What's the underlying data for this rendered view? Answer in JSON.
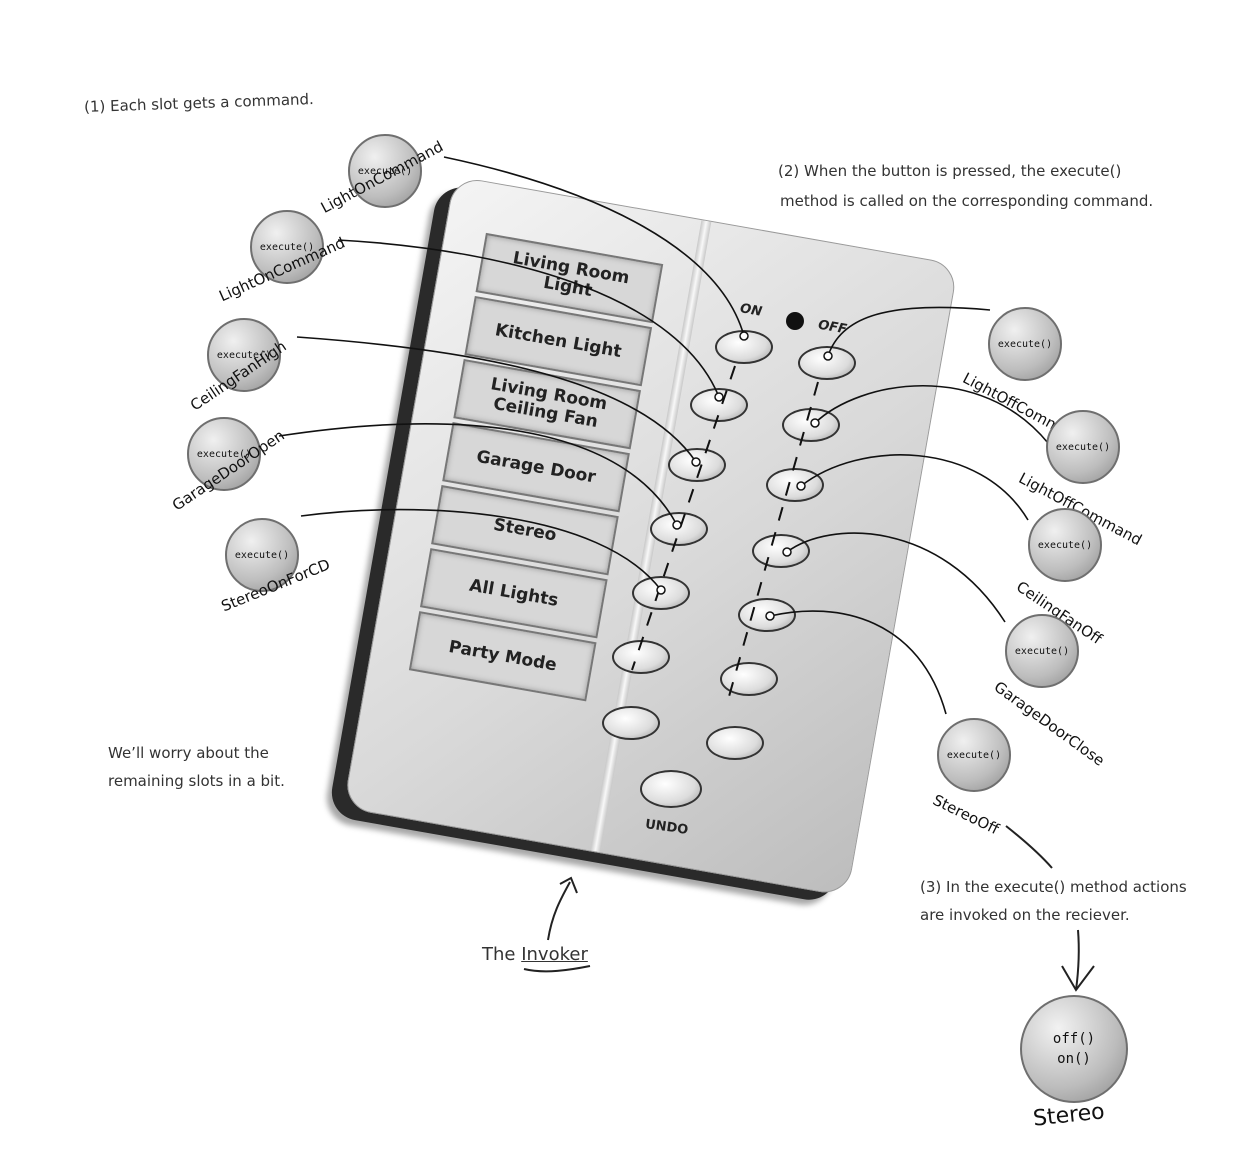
{
  "annotations": {
    "step1": "(1) Each slot gets a command.",
    "step2_line1": "(2) When the button is pressed, the execute()",
    "step2_line2": "method is called on the corresponding command.",
    "step3_line1": "(3) In the execute() method actions",
    "step3_line2": "are invoked on the reciever.",
    "remaining_line1": "We’ll worry about the",
    "remaining_line2": "remaining slots in a bit.",
    "invoker_prefix": "The ",
    "invoker_word": "Invoker"
  },
  "remote": {
    "slots": [
      "Living Room Light",
      "Kitchen Light",
      "Living Room Ceiling Fan",
      "Garage Door",
      "Stereo",
      "All Lights",
      "Party Mode"
    ],
    "on_label": "ON",
    "off_label": "OFF",
    "undo_label": "UNDO"
  },
  "on_commands": [
    {
      "name": "LightOnCommand",
      "method": "execute()"
    },
    {
      "name": "LightOnCommand",
      "method": "execute()"
    },
    {
      "name": "CeilingFanHigh",
      "method": "execute()"
    },
    {
      "name": "GarageDoorOpen",
      "method": "execute()"
    },
    {
      "name": "StereoOnForCD",
      "method": "execute()"
    }
  ],
  "off_commands": [
    {
      "name": "LightOffCommand",
      "method": "execute()"
    },
    {
      "name": "LightOffCommand",
      "method": "execute()"
    },
    {
      "name": "CeilingFanOff",
      "method": "execute()"
    },
    {
      "name": "GarageDoorClose",
      "method": "execute()"
    },
    {
      "name": "StereoOff",
      "method": "execute()"
    }
  ],
  "receiver": {
    "name": "Stereo",
    "methods": [
      "off()",
      "on()"
    ]
  }
}
